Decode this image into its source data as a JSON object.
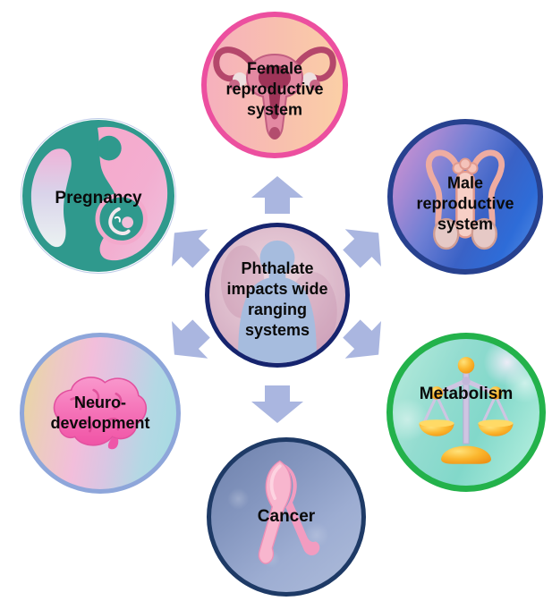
{
  "diagram": {
    "center": {
      "label": "Phthalate\nimpacts wide\nranging\nsystems",
      "icon": "human-silhouette-icon",
      "border_color": "#16246e",
      "fill_color": "#ddb9ca"
    },
    "nodes": {
      "female_reproductive": {
        "label": "Female\nreproductive\nsystem",
        "icon": "uterus-icon",
        "border_color": "#ec4f9f",
        "fill_colors": [
          "#f6b0bd",
          "#fbcfa6"
        ]
      },
      "male_reproductive": {
        "label": "Male\nreproductive\nsystem",
        "icon": "male-anatomy-icon",
        "border_color": "#27418f",
        "fill_colors": [
          "#dd95d0",
          "#2e6cd8"
        ]
      },
      "metabolism": {
        "label": "Metabolism",
        "icon": "balance-scale-icon",
        "border_color": "#23b24b",
        "fill_colors": [
          "#b9ecdc",
          "#82d8ca"
        ]
      },
      "cancer": {
        "label": "Cancer",
        "icon": "pink-ribbon-icon",
        "border_color": "#1e3a66",
        "fill_colors": [
          "#6d80ab",
          "#aebcda"
        ]
      },
      "neuro_development": {
        "label": "Neuro-\ndevelopment",
        "icon": "brain-icon",
        "border_color": "#8ea6da",
        "fill_colors": [
          "#e7d99b",
          "#f2bedb",
          "#a2dce2"
        ]
      },
      "pregnancy": {
        "label": "Pregnancy",
        "icon": "pregnant-woman-icon",
        "border_color": "#2f998d",
        "fill_colors": [
          "#2f998d",
          "#f3a9cc"
        ]
      }
    },
    "arrows": [
      "up",
      "upper-right",
      "lower-right",
      "down",
      "lower-left",
      "upper-left"
    ],
    "arrow_color": "#aab6e0",
    "background_color": "#ffffff",
    "text_color": "#0a0a0a"
  }
}
